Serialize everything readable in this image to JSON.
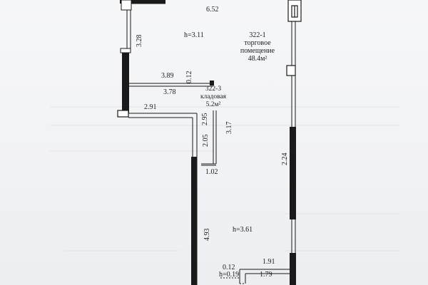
{
  "rooms": [
    {
      "id": "322-1",
      "number": "322-1",
      "name_line1": "торговое",
      "name_line2": "помещение",
      "area": "48.4м²",
      "height": "h=3.11"
    },
    {
      "id": "322-3",
      "number": "322-3",
      "name": "кладовая",
      "area": "5.2м²"
    }
  ],
  "lower_height": "h=3.61",
  "step_height": "h=0.19",
  "dimensions": {
    "top_wall": "6.52",
    "left_upper": "3.28",
    "storage_top_outer": "3.89",
    "storage_top_inner": "3.78",
    "wall_thickness": "0.12",
    "left_step": "2.91",
    "storage_right": "3.17",
    "storage_inner": "2.95",
    "storage_left": "2.05",
    "storage_bottom": "1.02",
    "right_segment": "2.24",
    "left_lower": "4.93",
    "bottom_outer": "1.91",
    "bottom_inner": "1.79",
    "step_wall": "0.12"
  }
}
